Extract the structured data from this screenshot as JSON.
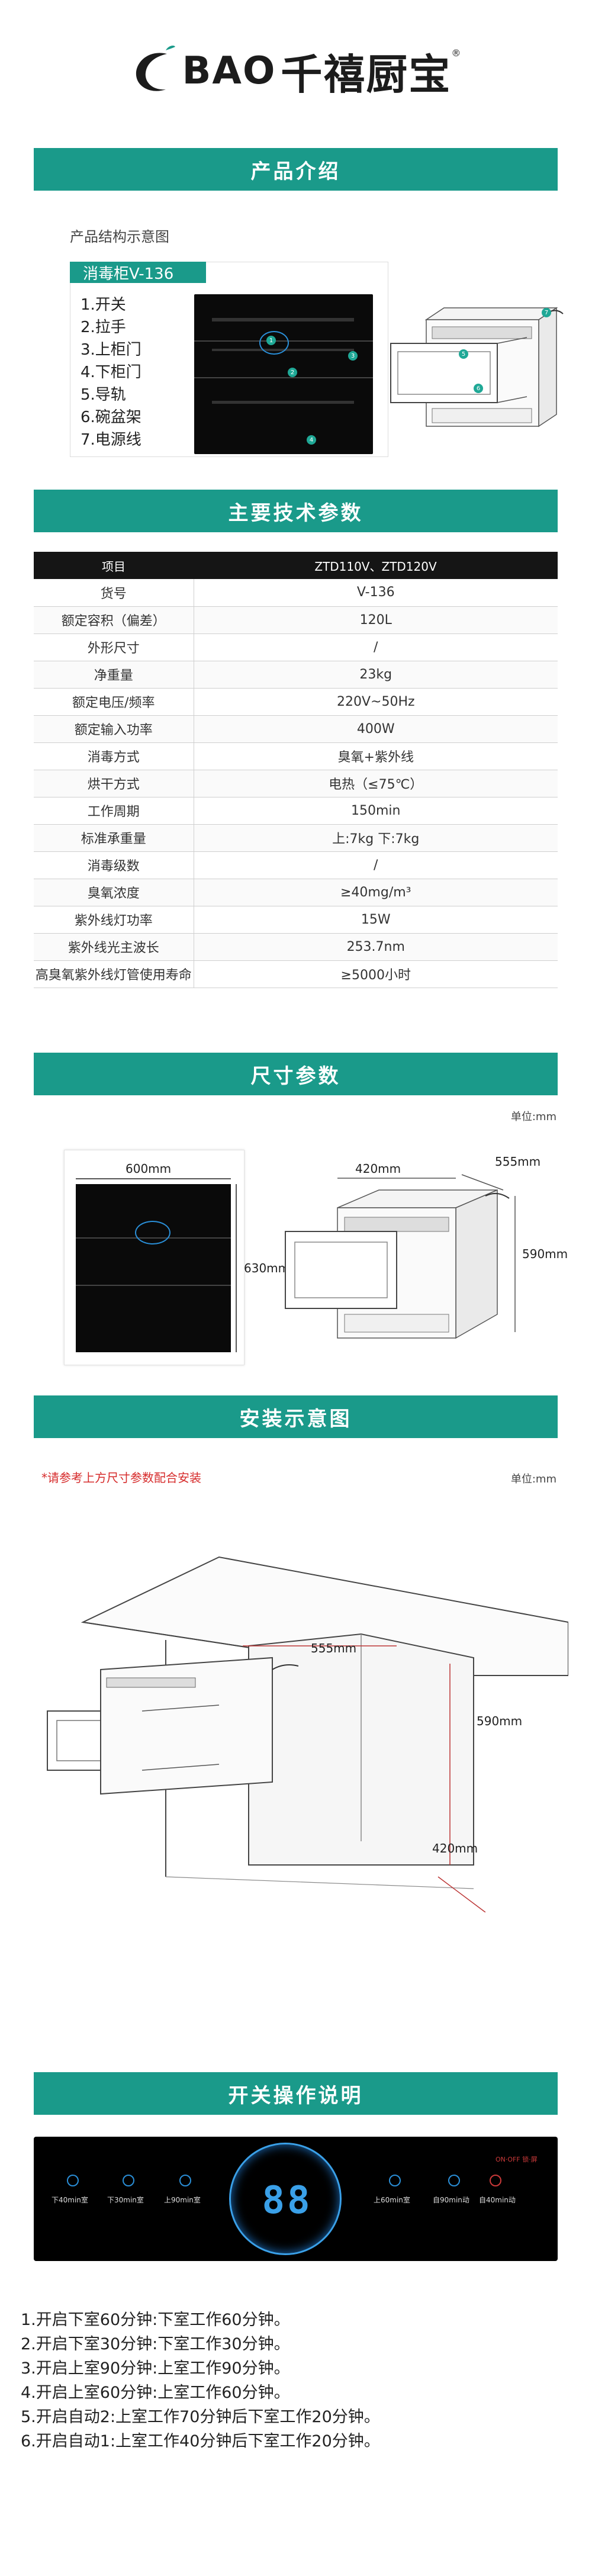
{
  "brand": {
    "latin": "BAO",
    "chinese": "千禧厨宝",
    "registered": "®"
  },
  "sections": {
    "intro": "产品介绍",
    "specs": "主要技术参数",
    "dimensions": "尺寸参数",
    "install": "安装示意图",
    "operation": "开关操作说明"
  },
  "structure": {
    "subtitle": "产品结构示意图",
    "model_tab": "消毒柜V-136",
    "parts": [
      "1.开关",
      "2.拉手",
      "3.上柜门",
      "4.下柜门",
      "5.导轨",
      "6.碗盆架",
      "7.电源线"
    ],
    "callouts": [
      "1",
      "2",
      "3",
      "4",
      "5",
      "6",
      "7"
    ]
  },
  "spec_table": {
    "header": [
      "项目",
      "ZTD110V、ZTD120V"
    ],
    "rows": [
      [
        "货号",
        "V-136"
      ],
      [
        "额定容积（偏差）",
        "120L"
      ],
      [
        "外形尺寸",
        "/"
      ],
      [
        "净重量",
        "23kg"
      ],
      [
        "额定电压/频率",
        "220V~50Hz"
      ],
      [
        "额定输入功率",
        "400W"
      ],
      [
        "消毒方式",
        "臭氧+紫外线"
      ],
      [
        "烘干方式",
        "电热（≤75℃）"
      ],
      [
        "工作周期",
        "150min"
      ],
      [
        "标准承重量",
        "上:7kg  下:7kg"
      ],
      [
        "消毒级数",
        "/"
      ],
      [
        "臭氧浓度",
        "≥40mg/m³"
      ],
      [
        "紫外线灯功率",
        "15W"
      ],
      [
        "紫外线光主波长",
        "253.7nm"
      ],
      [
        "高臭氧紫外线灯管使用寿命",
        "≥5000小时"
      ]
    ]
  },
  "dimensions": {
    "unit": "单位:mm",
    "width": "600mm",
    "height": "630mm",
    "box_width": "420mm",
    "box_depth": "555mm",
    "box_height": "590mm"
  },
  "install": {
    "note": "*请参考上方尺寸参数配合安装",
    "unit": "单位:mm",
    "w": "555mm",
    "h": "590mm",
    "d": "420mm"
  },
  "control_panel": {
    "labels": [
      "下40min室",
      "下30min室",
      "上90min室",
      "上60min室",
      "自90min动",
      "自40min动"
    ],
    "display": "88",
    "tag": "ON·OFF 锁·屏"
  },
  "operations": [
    "1.开启下室60分钟:下室工作60分钟。",
    "2.开启下室30分钟:下室工作30分钟。",
    "3.开启上室90分钟:上室工作90分钟。",
    "4.开启上室60分钟:上室工作60分钟。",
    "5.开启自动2:上室工作70分钟后下室工作20分钟。",
    "6.开启自动1:上室工作40分钟后下室工作20分钟。"
  ],
  "colors": {
    "accent": "#1a9a8a",
    "panel": "#000000",
    "note": "#d62b2b"
  }
}
